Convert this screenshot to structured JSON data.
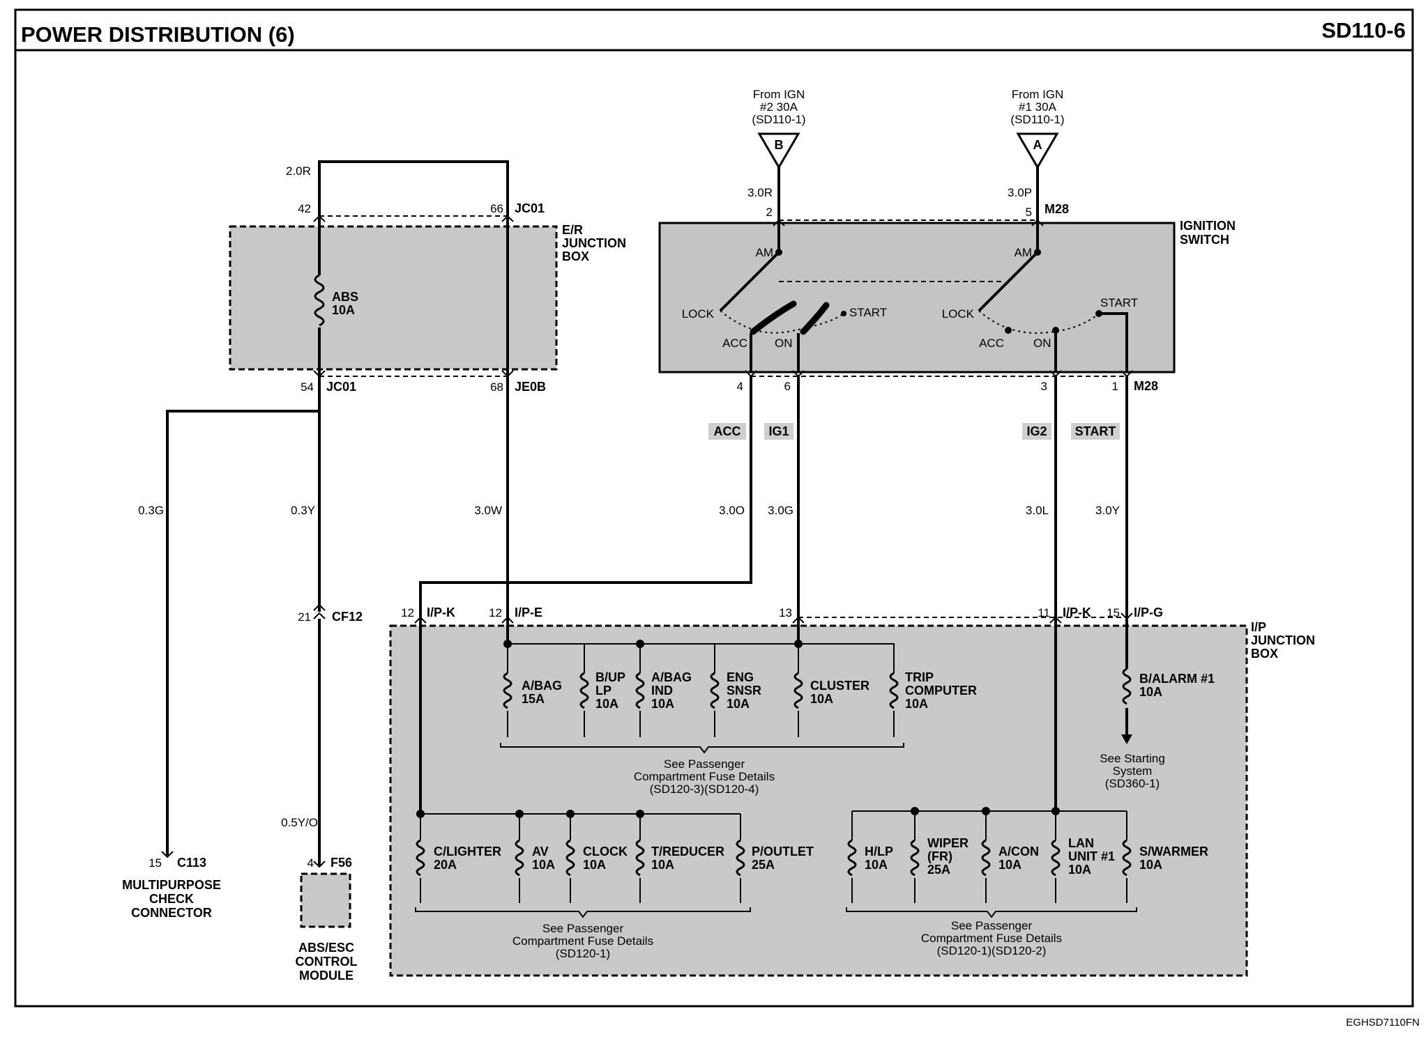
{
  "header": {
    "title": "POWER DISTRIBUTION (6)",
    "code": "SD110-6"
  },
  "footer": {
    "figure_id": "EGHSD7110FN"
  },
  "sources": [
    {
      "id": "ign2",
      "lines": [
        "From IGN",
        "#2 30A",
        "(SD110-1)"
      ],
      "letter": "B"
    },
    {
      "id": "ign1",
      "lines": [
        "From IGN",
        "#1 30A",
        "(SD110-1)"
      ],
      "letter": "A"
    }
  ],
  "er_box": {
    "label_lines": [
      "E/R",
      "JUNCTION",
      "BOX"
    ],
    "fuse_lines": [
      "ABS",
      "10A"
    ],
    "pins": {
      "top_left": "42",
      "top_right": "66",
      "top_conn": "JC01",
      "bot_left": "54",
      "bot_left_conn": "JC01",
      "bot_right": "68",
      "bot_right_conn": "JE0B"
    },
    "loop_wire": "2.0R"
  },
  "ign_switch": {
    "label_lines": [
      "IGNITION",
      "SWITCH"
    ],
    "conn": "M28",
    "pins_top": [
      "2",
      "5"
    ],
    "pins_bottom": [
      "4",
      "6",
      "3",
      "1"
    ],
    "positions": {
      "am": "AM",
      "lock": "LOCK",
      "acc": "ACC",
      "on": "ON",
      "start": "START"
    },
    "in_wires": [
      "3.0R",
      "3.0P"
    ]
  },
  "circuits": [
    {
      "tag": "ACC",
      "wire": "3.0O"
    },
    {
      "tag": "IG1",
      "wire": "3.0G"
    },
    {
      "tag": "IG2",
      "wire": "3.0L"
    },
    {
      "tag": "START",
      "wire": "3.0Y"
    }
  ],
  "left_wires": {
    "g": "0.3G",
    "y": "0.3Y",
    "w": "3.0W",
    "yo": "0.5Y/O"
  },
  "cf12": {
    "pin": "21",
    "conn": "CF12"
  },
  "ip_pins": [
    {
      "pin": "12",
      "conn": "I/P-K"
    },
    {
      "pin": "12",
      "conn": "I/P-E"
    },
    {
      "pin": "13",
      "conn": ""
    },
    {
      "pin": "11",
      "conn": "I/P-K"
    },
    {
      "pin": "15",
      "conn": "I/P-G"
    }
  ],
  "ip_box": {
    "label_lines": [
      "I/P",
      "JUNCTION",
      "BOX"
    ]
  },
  "fuses_upper": [
    {
      "lines": [
        "A/BAG",
        "15A"
      ]
    },
    {
      "lines": [
        "B/UP",
        "LP",
        "10A"
      ]
    },
    {
      "lines": [
        "A/BAG",
        "IND",
        "10A"
      ]
    },
    {
      "lines": [
        "ENG",
        "SNSR",
        "10A"
      ]
    },
    {
      "lines": [
        "CLUSTER",
        "10A"
      ]
    },
    {
      "lines": [
        "TRIP",
        "COMPUTER",
        "10A"
      ]
    }
  ],
  "balarm": {
    "lines": [
      "B/ALARM #1",
      "10A"
    ],
    "note_lines": [
      "See Starting",
      "System",
      "(SD360-1)"
    ]
  },
  "note_upper": [
    "See Passenger",
    "Compartment Fuse Details",
    "(SD120-3)(SD120-4)"
  ],
  "fuses_lower_left": [
    {
      "lines": [
        "C/LIGHTER",
        "20A"
      ]
    },
    {
      "lines": [
        "AV",
        "10A"
      ]
    },
    {
      "lines": [
        "CLOCK",
        "10A"
      ]
    },
    {
      "lines": [
        "T/REDUCER",
        "10A"
      ]
    },
    {
      "lines": [
        "P/OUTLET",
        "25A"
      ]
    }
  ],
  "note_lower_left": [
    "See Passenger",
    "Compartment Fuse Details",
    "(SD120-1)"
  ],
  "fuses_lower_right": [
    {
      "lines": [
        "H/LP",
        "10A"
      ]
    },
    {
      "lines": [
        "WIPER",
        "(FR)",
        "25A"
      ]
    },
    {
      "lines": [
        "A/CON",
        "10A"
      ]
    },
    {
      "lines": [
        "LAN",
        "UNIT #1",
        "10A"
      ]
    },
    {
      "lines": [
        "S/WARMER",
        "10A"
      ]
    }
  ],
  "note_lower_right": [
    "See Passenger",
    "Compartment Fuse Details",
    "(SD120-1)(SD120-2)"
  ],
  "connectors": {
    "c113": {
      "pin": "15",
      "conn": "C113",
      "lines": [
        "MULTIPURPOSE",
        "CHECK",
        "CONNECTOR"
      ]
    },
    "f56": {
      "pin": "4",
      "conn": "F56",
      "lines": [
        "ABS/ESC",
        "CONTROL",
        "MODULE"
      ]
    }
  }
}
